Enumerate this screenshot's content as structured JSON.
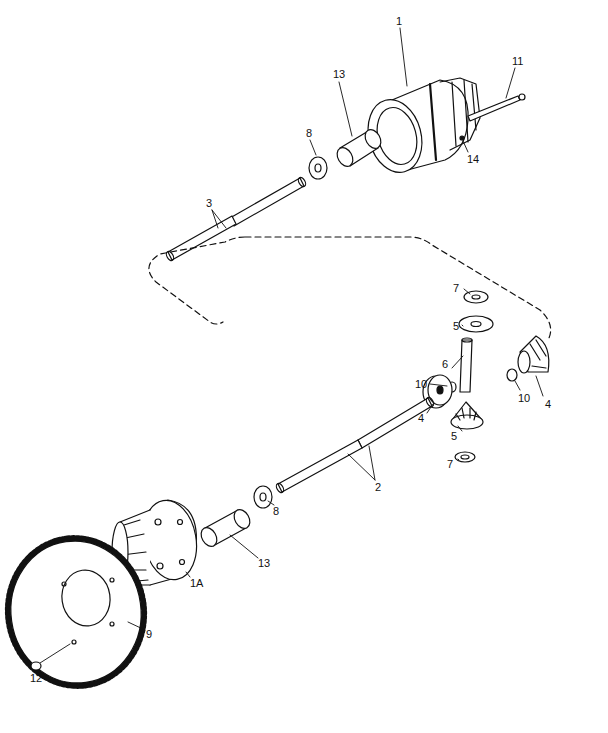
{
  "diagram": {
    "labels": [
      "1",
      "11",
      "13",
      "8",
      "14",
      "3",
      "7",
      "5",
      "6",
      "10",
      "10",
      "4",
      "4",
      "5",
      "7",
      "2",
      "8",
      "13",
      "1A",
      "9",
      "12"
    ]
  }
}
